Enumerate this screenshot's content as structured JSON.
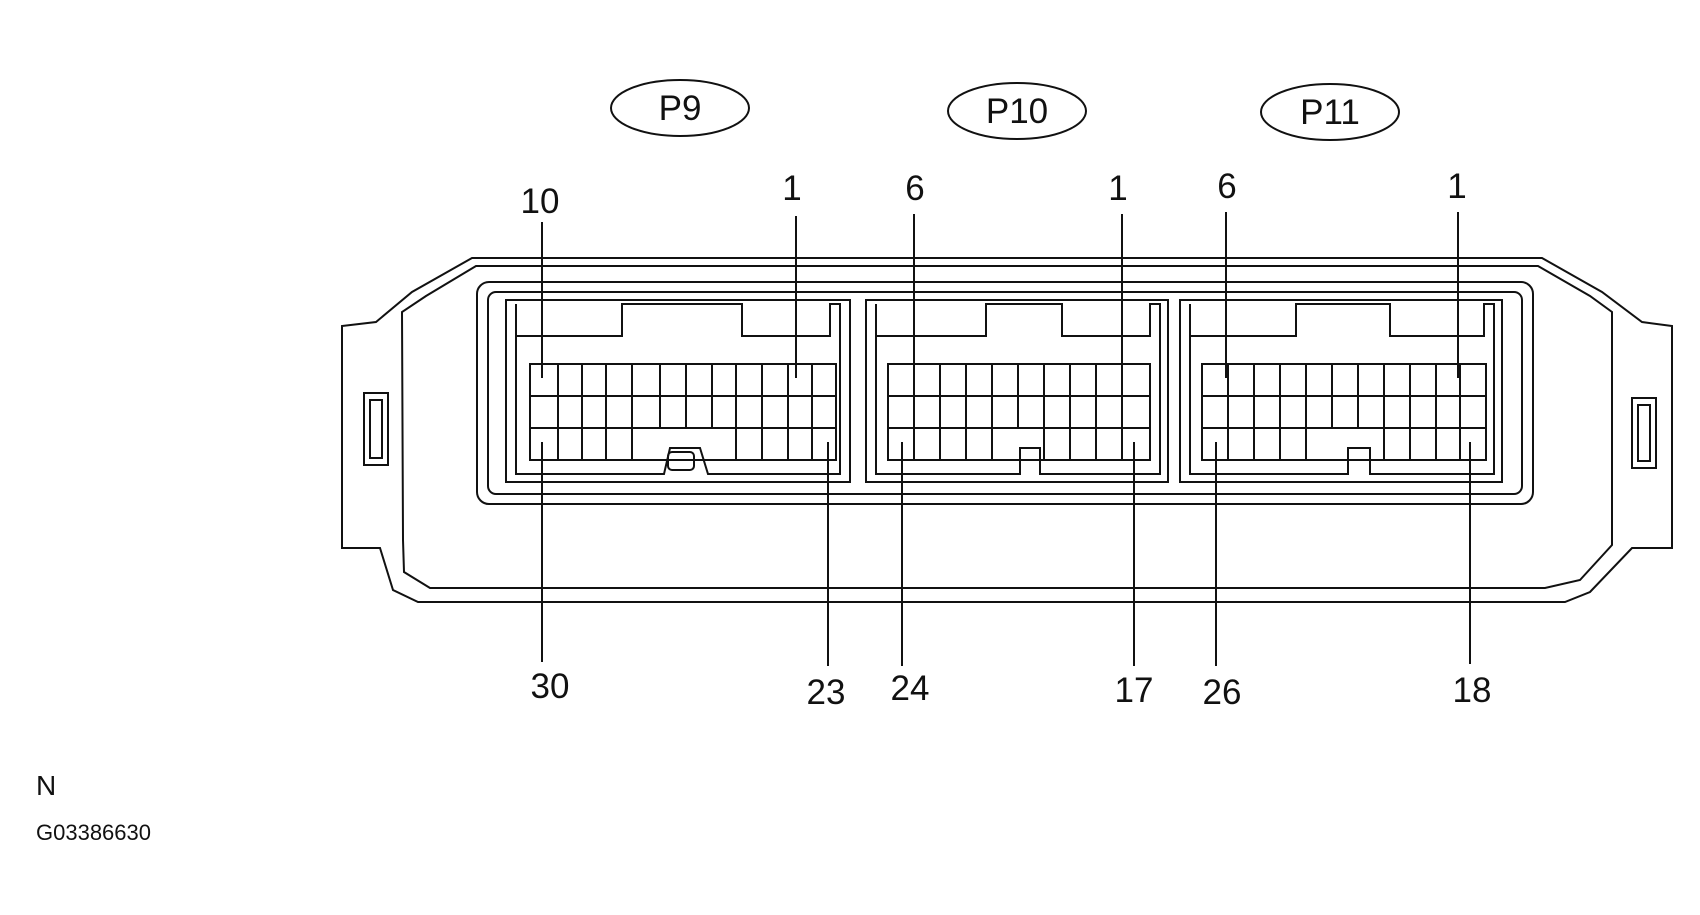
{
  "connectors": [
    {
      "name": "P9",
      "pin_top_left": "10",
      "pin_top_right": "1",
      "pin_bottom_left": "30",
      "pin_bottom_right": "23"
    },
    {
      "name": "P10",
      "pin_top_left": "6",
      "pin_top_right": "1",
      "pin_bottom_left": "24",
      "pin_bottom_right": "17"
    },
    {
      "name": "P11",
      "pin_top_left": "6",
      "pin_top_right": "1",
      "pin_bottom_left": "26",
      "pin_bottom_right": "18"
    }
  ],
  "orientation_label": "N",
  "figure_id": "G03386630"
}
